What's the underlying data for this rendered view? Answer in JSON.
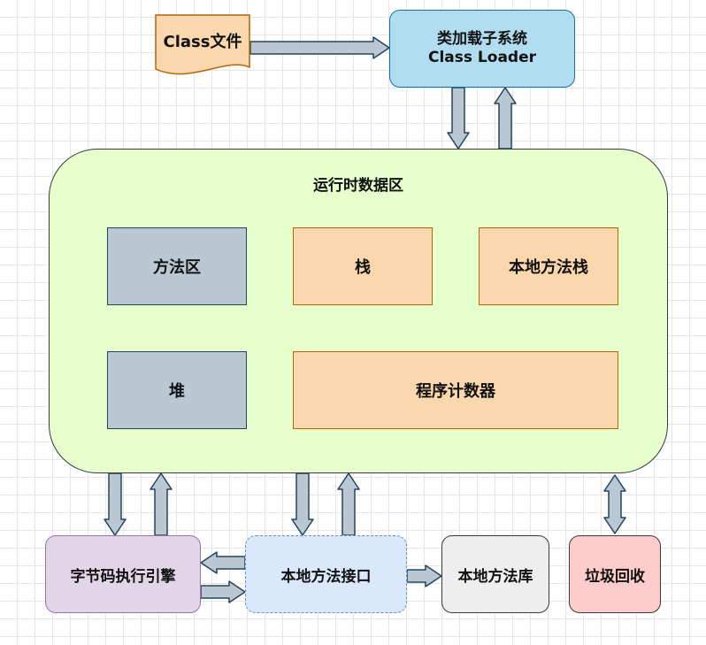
{
  "class_file": {
    "label": "Class文件"
  },
  "class_loader": {
    "line1": "类加载子系统",
    "line2": "Class Loader"
  },
  "runtime_data_area": {
    "title": "运行时数据区",
    "method_area": "方法区",
    "stack": "栈",
    "native_method_stack": "本地方法栈",
    "heap": "堆",
    "program_counter": "程序计数器"
  },
  "execution_engine": {
    "label": "字节码执行引擎"
  },
  "native_interface": {
    "label": "本地方法接口"
  },
  "native_library": {
    "label": "本地方法库"
  },
  "garbage_collection": {
    "label": "垃圾回收"
  },
  "colors": {
    "arrow_fill": "#bac8d3",
    "arrow_stroke": "#23445d",
    "runtime_fill": "#e6ffcc",
    "loader_fill": "#b1ddf0",
    "memory_blue_grey": "#bac8d3",
    "memory_orange": "#fad7ac",
    "engine_fill": "#e1d5e7",
    "interface_fill": "#dae8fc",
    "library_fill": "#eeeeee",
    "gc_fill": "#ffcccc",
    "class_file_fill": "#fad7ac"
  }
}
